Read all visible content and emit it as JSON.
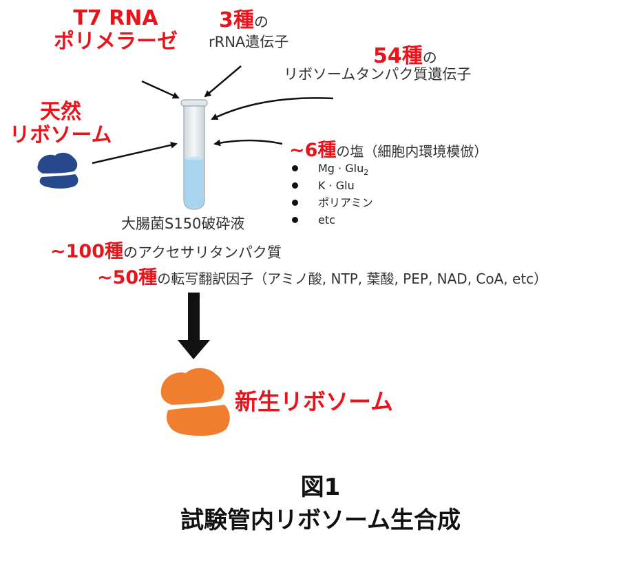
{
  "labels": {
    "t7_line1": "T7 RNA",
    "t7_line2": "ポリメラーゼ",
    "rrna_count": "3種",
    "rrna_no": "の",
    "rrna_text": "rRNA遺伝子",
    "rp_count": "54種",
    "rp_no": "の",
    "rp_text": "リボソームタンパク質遺伝子",
    "natural_line1": "天然",
    "natural_line2": "リボソーム",
    "salt_count": "~6種",
    "salt_text": "の塩（細胞内環境模倣）",
    "lysate": "大腸菌S150破砕液",
    "acc_count": "~100種",
    "acc_text": "のアクセサリタンパク質",
    "tl_count": "~50種",
    "tl_text": "の転写翻訳因子（アミノ酸, NTP, 葉酸, PEP, NAD, CoA, etc）",
    "new_ribosome": "新生リボソーム"
  },
  "salts": {
    "mg_main": "Mg · Glu",
    "mg_sub": "2",
    "k": "K · Glu",
    "poly": "ポリアミン",
    "etc": "etc"
  },
  "figure": {
    "number": "図1",
    "title": "試験管内リボソーム生合成"
  },
  "colors": {
    "accent_red": "#e8141c",
    "natural_ribosome_blue": "#27488c",
    "new_ribosome_orange": "#ef7f2f",
    "tube_liquid": "#a9d4ef"
  }
}
